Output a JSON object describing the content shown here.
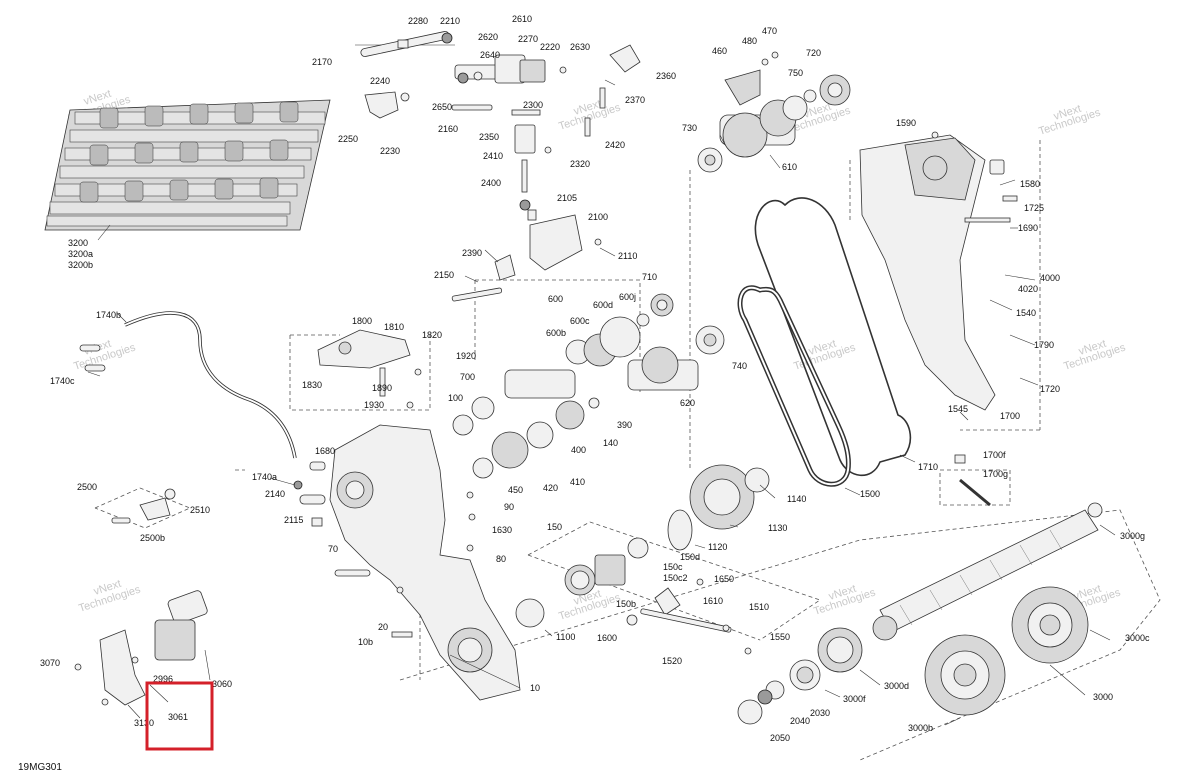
{
  "diagram": {
    "id": "19MG301",
    "watermark": "vNext Technologies",
    "highlight_label": "3061",
    "labels": [
      {
        "text": "2280"
      },
      {
        "text": "2210"
      },
      {
        "text": "2610"
      },
      {
        "text": "2620"
      },
      {
        "text": "2270"
      },
      {
        "text": "2640"
      },
      {
        "text": "2220"
      },
      {
        "text": "2630"
      },
      {
        "text": "2170"
      },
      {
        "text": "2240"
      },
      {
        "text": "2650"
      },
      {
        "text": "2360"
      },
      {
        "text": "2370"
      },
      {
        "text": "2300"
      },
      {
        "text": "2250"
      },
      {
        "text": "2160"
      },
      {
        "text": "2350"
      },
      {
        "text": "2230"
      },
      {
        "text": "2420"
      },
      {
        "text": "2410"
      },
      {
        "text": "2320"
      },
      {
        "text": "2400"
      },
      {
        "text": "2105"
      },
      {
        "text": "2100"
      },
      {
        "text": "2390"
      },
      {
        "text": "2110"
      },
      {
        "text": "2150"
      },
      {
        "text": "3200"
      },
      {
        "text": "3200a"
      },
      {
        "text": "3200b"
      },
      {
        "text": "470"
      },
      {
        "text": "480"
      },
      {
        "text": "460"
      },
      {
        "text": "720"
      },
      {
        "text": "750"
      },
      {
        "text": "730"
      },
      {
        "text": "610"
      },
      {
        "text": "1590"
      },
      {
        "text": "1580"
      },
      {
        "text": "1725"
      },
      {
        "text": "1690"
      },
      {
        "text": "710"
      },
      {
        "text": "600j"
      },
      {
        "text": "600"
      },
      {
        "text": "600d"
      },
      {
        "text": "600c"
      },
      {
        "text": "600b"
      },
      {
        "text": "740"
      },
      {
        "text": "700"
      },
      {
        "text": "620"
      },
      {
        "text": "100"
      },
      {
        "text": "390"
      },
      {
        "text": "140"
      },
      {
        "text": "400"
      },
      {
        "text": "4000"
      },
      {
        "text": "4020"
      },
      {
        "text": "1540"
      },
      {
        "text": "1790"
      },
      {
        "text": "1720"
      },
      {
        "text": "1545"
      },
      {
        "text": "1700"
      },
      {
        "text": "1710"
      },
      {
        "text": "1700f"
      },
      {
        "text": "1700g"
      },
      {
        "text": "1740b"
      },
      {
        "text": "1740c"
      },
      {
        "text": "1800"
      },
      {
        "text": "1810"
      },
      {
        "text": "1820"
      },
      {
        "text": "1830"
      },
      {
        "text": "1920"
      },
      {
        "text": "1890"
      },
      {
        "text": "1930"
      },
      {
        "text": "1680"
      },
      {
        "text": "1740a"
      },
      {
        "text": "2140"
      },
      {
        "text": "2115"
      },
      {
        "text": "2500"
      },
      {
        "text": "2510"
      },
      {
        "text": "2500b"
      },
      {
        "text": "450"
      },
      {
        "text": "420"
      },
      {
        "text": "410"
      },
      {
        "text": "90"
      },
      {
        "text": "1630"
      },
      {
        "text": "80"
      },
      {
        "text": "70"
      },
      {
        "text": "1500"
      },
      {
        "text": "1140"
      },
      {
        "text": "1130"
      },
      {
        "text": "1120"
      },
      {
        "text": "150"
      },
      {
        "text": "150d"
      },
      {
        "text": "150c"
      },
      {
        "text": "150c2"
      },
      {
        "text": "1650"
      },
      {
        "text": "150b"
      },
      {
        "text": "1610"
      },
      {
        "text": "1510"
      },
      {
        "text": "1600"
      },
      {
        "text": "1550"
      },
      {
        "text": "1520"
      },
      {
        "text": "1100"
      },
      {
        "text": "20"
      },
      {
        "text": "10b"
      },
      {
        "text": "10"
      },
      {
        "text": "3000g"
      },
      {
        "text": "3000c"
      },
      {
        "text": "3000d"
      },
      {
        "text": "3000f"
      },
      {
        "text": "3000"
      },
      {
        "text": "3000b"
      },
      {
        "text": "2030"
      },
      {
        "text": "2040"
      },
      {
        "text": "2050"
      },
      {
        "text": "3070"
      },
      {
        "text": "2996"
      },
      {
        "text": "3060"
      },
      {
        "text": "3130"
      },
      {
        "text": "3061"
      }
    ]
  }
}
